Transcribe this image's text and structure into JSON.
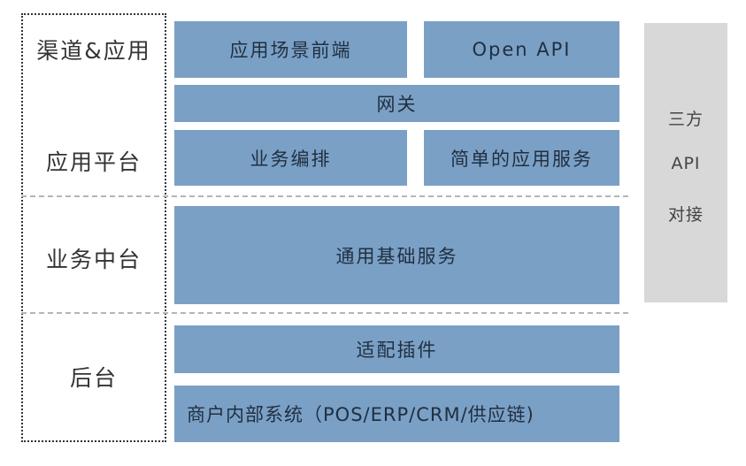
{
  "tiers": {
    "channel": "渠道&应用",
    "platform": "应用平台",
    "middle": "业务中台",
    "backend": "后台"
  },
  "blocks": {
    "scene_frontend": "应用场景前端",
    "open_api": "Open API",
    "gateway": "网关",
    "orchestration": "业务编排",
    "simple_service": "简单的应用服务",
    "common_service": "通用基础服务",
    "adapter": "适配插件",
    "internal_systems": "商户内部系统（POS/ERP/CRM/供应链)"
  },
  "side": {
    "line1": "三方",
    "line2": "API",
    "line3": "对接"
  },
  "colors": {
    "block": "#7ba0c6",
    "side_panel": "#d8d8d8",
    "divider": "#b5b5b5"
  }
}
